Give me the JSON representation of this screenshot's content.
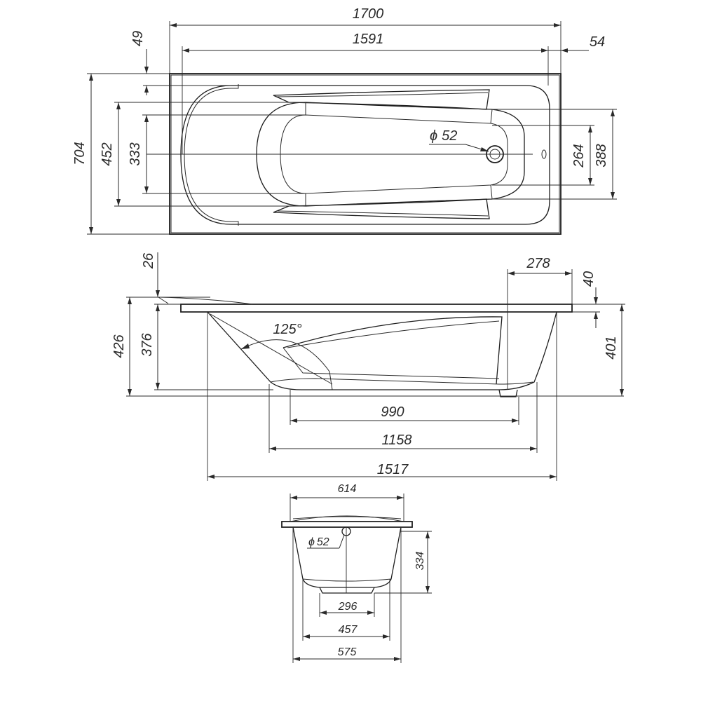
{
  "top_view": {
    "length_overall": "1700",
    "length_inner": "1591",
    "rim_right": "54",
    "rim_top": "49",
    "width_overall": "704",
    "width_inner": "452",
    "width_bottom": "333",
    "drain_diameter": "52",
    "drain_symbol": "ϕ",
    "width_drain_zone": "264",
    "width_seat_zone": "388"
  },
  "side_view": {
    "rim_thickness": "26",
    "height_overall": "426",
    "height_inner": "376",
    "backrest_angle": "125°",
    "drain_offset": "278",
    "rim_step": "40",
    "height_right": "401",
    "bottom_flat": "990",
    "bottom_length": "1158",
    "inner_length": "1517"
  },
  "end_view": {
    "top_width": "614",
    "drain_diameter": "52",
    "drain_symbol": "ϕ",
    "depth": "334",
    "bottom_narrow": "296",
    "bottom_wide": "457",
    "base_width": "575"
  }
}
